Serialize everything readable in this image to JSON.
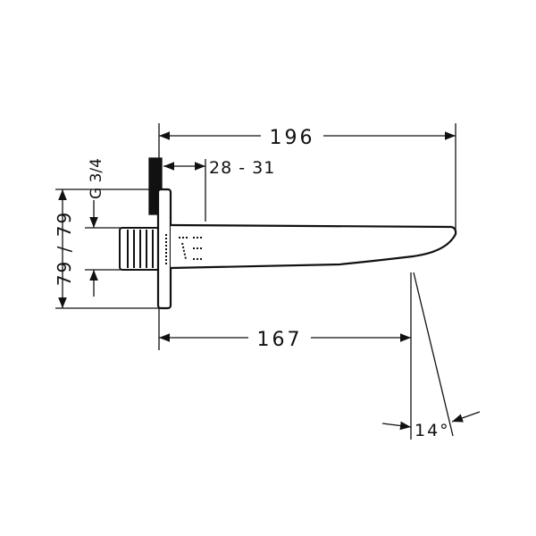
{
  "dimensions": {
    "overall_length": "196",
    "spout_reach": "167",
    "wall_thickness": "28 - 31",
    "height": "79 / 79",
    "thread": "G 3/4",
    "angle": "14°"
  },
  "colors": {
    "line": "#111111",
    "background": "#ffffff"
  }
}
